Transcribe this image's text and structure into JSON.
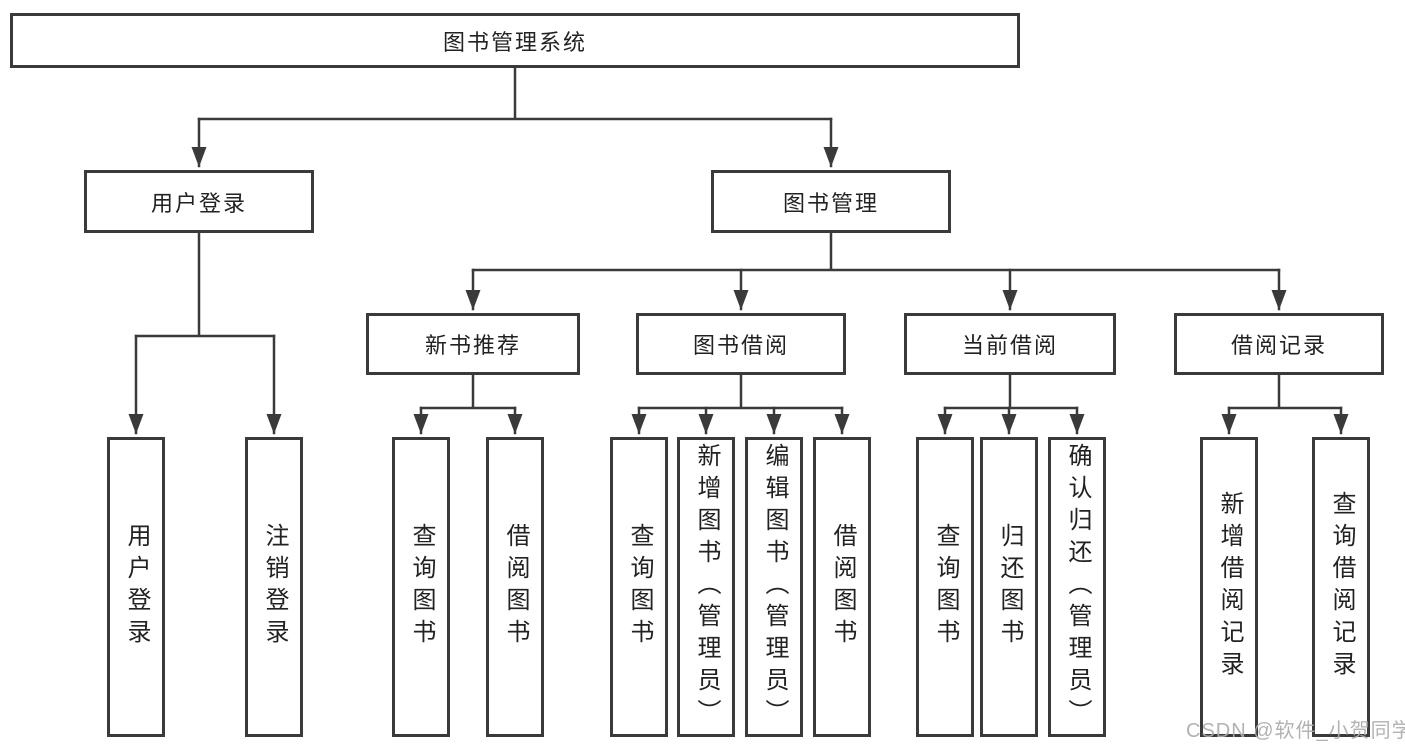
{
  "tree": {
    "root": {
      "label": "图书管理系统"
    },
    "branches": [
      {
        "label": "用户登录",
        "children": [
          {
            "label": "用户登录"
          },
          {
            "label": "注销登录"
          }
        ]
      },
      {
        "label": "图书管理",
        "groups": [
          {
            "label": "新书推荐",
            "children": [
              {
                "label": "查询图书"
              },
              {
                "label": "借阅图书"
              }
            ]
          },
          {
            "label": "图书借阅",
            "children": [
              {
                "label": "查询图书"
              },
              {
                "label": "新增图书（管理员）"
              },
              {
                "label": "编辑图书（管理员）"
              },
              {
                "label": "借阅图书"
              }
            ]
          },
          {
            "label": "当前借阅",
            "children": [
              {
                "label": "查询图书"
              },
              {
                "label": "归还图书"
              },
              {
                "label": "确认归还（管理员）"
              }
            ]
          },
          {
            "label": "借阅记录",
            "children": [
              {
                "label": "新增借阅记录"
              },
              {
                "label": "查询借阅记录"
              }
            ]
          }
        ]
      }
    ]
  },
  "colors": {
    "line": "#3a3a3a",
    "box_border": "#3a3a3a",
    "text": "#222222",
    "watermark": "#ababab"
  },
  "watermark": {
    "text": "CSDN @软件_小贺同学"
  }
}
